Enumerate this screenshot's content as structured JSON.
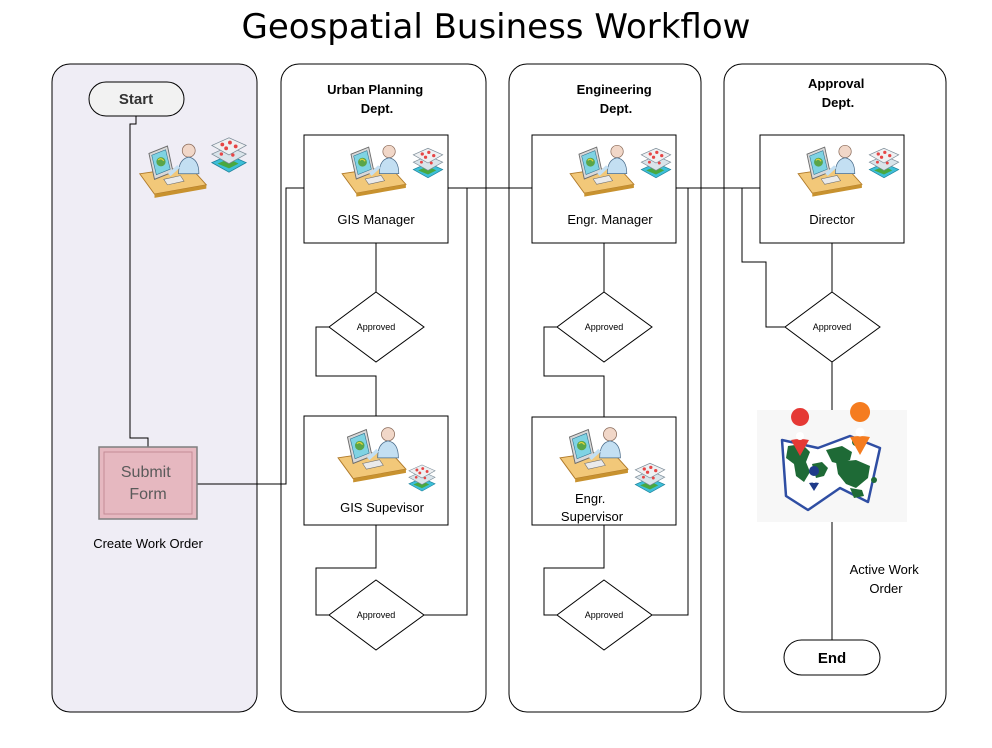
{
  "title": "Geospatial Business Workflow",
  "lanes": [
    {
      "id": "requester",
      "label_lines": [],
      "fill": "#efedf5"
    },
    {
      "id": "urban",
      "label_lines": [
        "Urban Planning",
        "Dept."
      ],
      "fill": "#ffffff"
    },
    {
      "id": "engineering",
      "label_lines": [
        "Engineering",
        "Dept."
      ],
      "fill": "#ffffff"
    },
    {
      "id": "approval",
      "label_lines": [
        "Approval",
        "Dept."
      ],
      "fill": "#ffffff"
    }
  ],
  "start_label": "Start",
  "end_label": "End",
  "submit": {
    "lines": [
      "Submit",
      "Form"
    ]
  },
  "create_work_order": "Create Work Order",
  "roles": {
    "gis_manager": {
      "lines": [
        "GIS Manager"
      ]
    },
    "gis_supervisor": {
      "lines": [
        "GIS Supevisor"
      ]
    },
    "engr_manager": {
      "lines": [
        "Engr. Manager"
      ]
    },
    "engr_supervisor": {
      "lines": [
        "Engr.",
        "Supervisor"
      ]
    },
    "director": {
      "lines": [
        "Director"
      ]
    }
  },
  "decision_label": "Approved",
  "active_work_order": {
    "lines": [
      "Active Work",
      "Order"
    ]
  },
  "icons": {
    "worker": "gis-worker-at-computer-icon",
    "layers": "map-layers-icon",
    "world_map": "world-map-with-location-pins-icon"
  },
  "colors": {
    "line": "#000000",
    "lane_border": "#000000",
    "requester_lane": "#efedf5",
    "submit_fill": "#e6b8c0",
    "submit_border": "#7f7f7f",
    "submit_text": "#5a5a5a",
    "pin_red": "#e53935",
    "pin_orange": "#f57c1f",
    "pin_blue": "#1f3b8a",
    "map_green": "#1e6a36",
    "map_blue": "#2f4ea3"
  }
}
